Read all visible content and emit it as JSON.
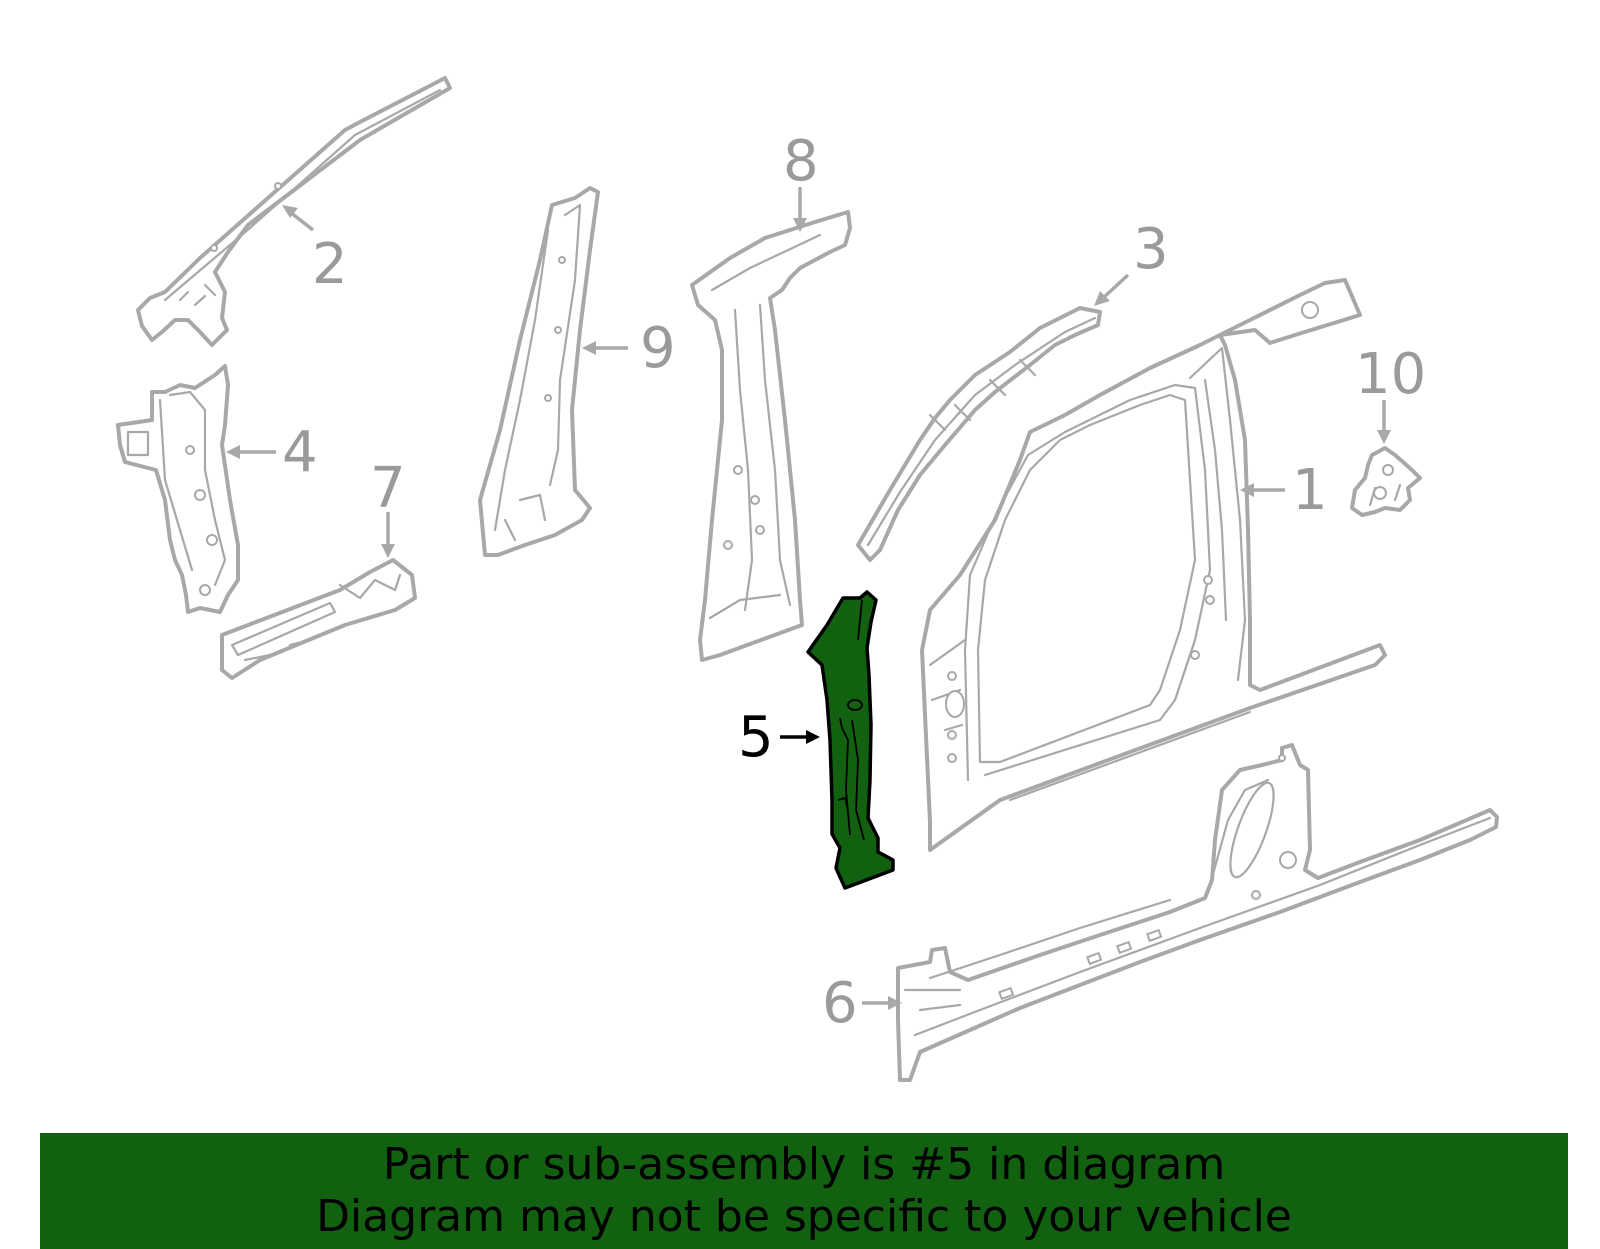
{
  "callouts": {
    "c1": "1",
    "c2": "2",
    "c3": "3",
    "c4": "4",
    "c5": "5",
    "c6": "6",
    "c7": "7",
    "c8": "8",
    "c9": "9",
    "c10": "10"
  },
  "highlighted_part": "5",
  "banner": {
    "line1": "Part or sub-assembly is #5 in diagram",
    "line2": "Diagram may not be specific to your vehicle"
  },
  "colors": {
    "highlight_fill": "#116111",
    "part_outline": "#a8a8a8",
    "banner_background": "#116111",
    "background": "#ffffff"
  }
}
